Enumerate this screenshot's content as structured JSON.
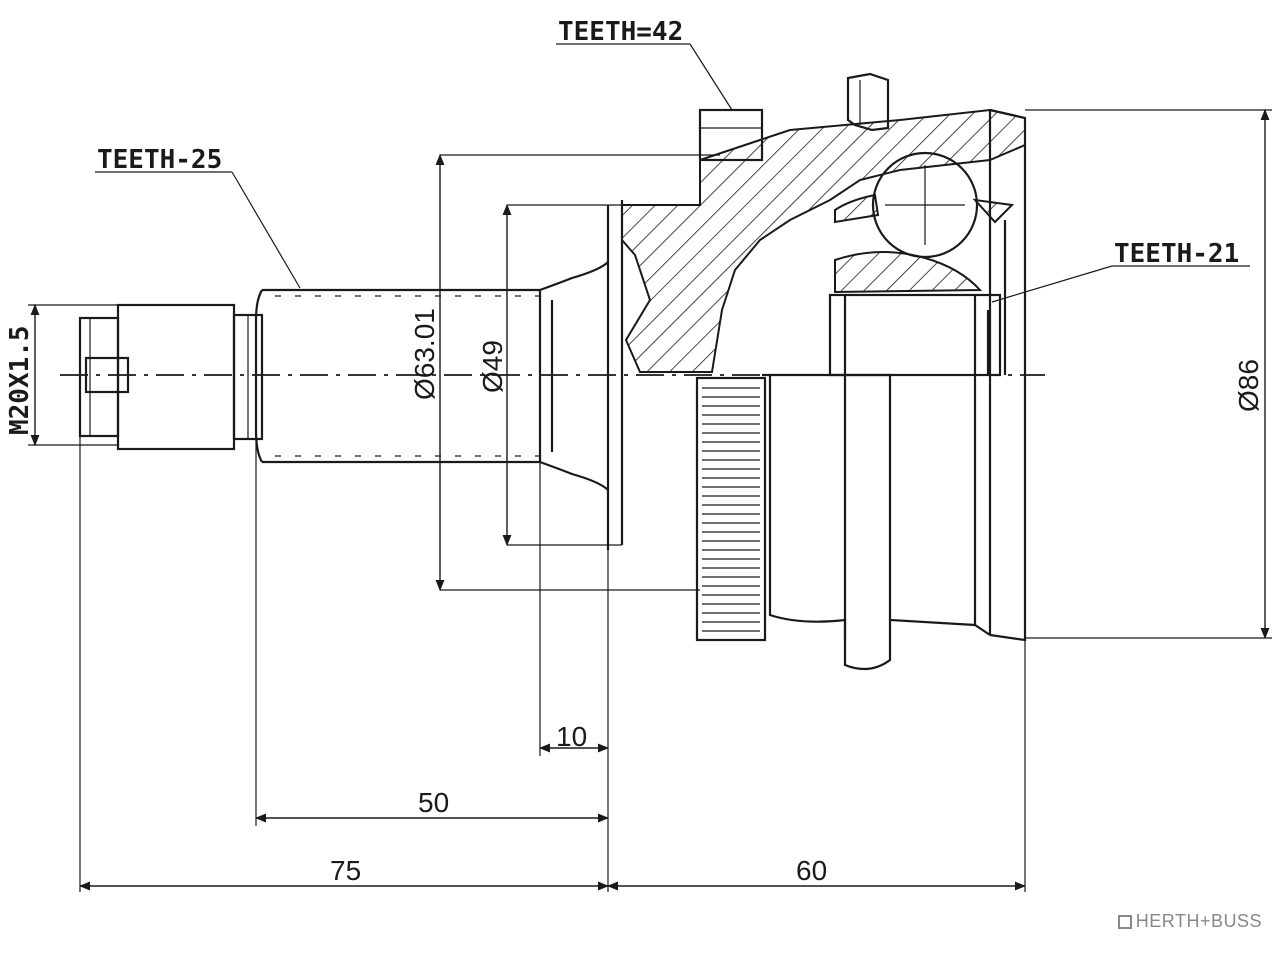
{
  "labels": {
    "teeth_shaft": "TEETH-25",
    "teeth_abs": "TEETH=42",
    "teeth_inner": "TEETH-21",
    "thread": "M20X1.5",
    "dia_63": "Ø63.01",
    "dia_49": "Ø49",
    "dia_86": "Ø86",
    "dim_10": "10",
    "dim_50": "50",
    "dim_75": "75",
    "dim_60": "60"
  },
  "brand": {
    "name": "HERTH+BUSS"
  },
  "colors": {
    "line": "#1a1a1a",
    "brand": "#888888"
  }
}
